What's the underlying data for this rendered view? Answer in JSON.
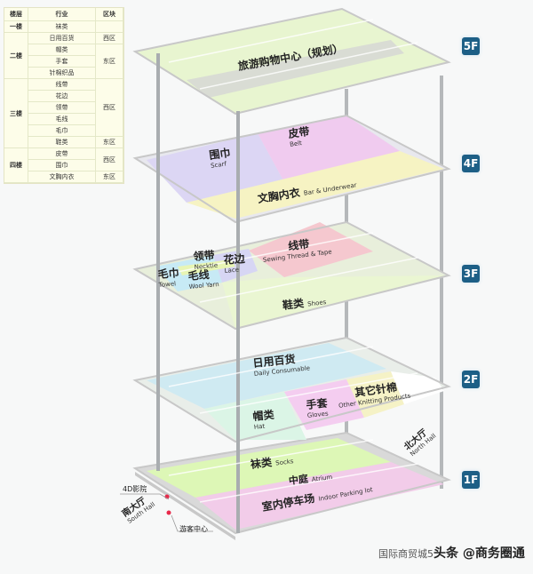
{
  "legend": {
    "headers": [
      "楼层",
      "行业",
      "区块"
    ],
    "rows": [
      {
        "floor": "一楼",
        "industry": "袜类",
        "zone": ""
      },
      {
        "floor": "二楼",
        "industry": "日用百货",
        "zone": "西区"
      },
      {
        "floor": "",
        "industry": "帽类",
        "zone": "东区"
      },
      {
        "floor": "",
        "industry": "手套",
        "zone": ""
      },
      {
        "floor": "",
        "industry": "针棉织品",
        "zone": ""
      },
      {
        "floor": "三楼",
        "industry": "线带",
        "zone": "西区"
      },
      {
        "floor": "",
        "industry": "花边",
        "zone": ""
      },
      {
        "floor": "",
        "industry": "领带",
        "zone": ""
      },
      {
        "floor": "",
        "industry": "毛线",
        "zone": ""
      },
      {
        "floor": "",
        "industry": "毛巾",
        "zone": ""
      },
      {
        "floor": "",
        "industry": "鞋类",
        "zone": "东区"
      },
      {
        "floor": "四楼",
        "industry": "皮带",
        "zone": "西区"
      },
      {
        "floor": "",
        "industry": "围巾",
        "zone": ""
      },
      {
        "floor": "",
        "industry": "文胸内衣",
        "zone": "东区"
      }
    ]
  },
  "floors": {
    "f5": {
      "badge": "5F",
      "zones": [
        {
          "zh": "旅游购物中心（规划）",
          "en": ""
        }
      ]
    },
    "f4": {
      "badge": "4F",
      "zones": [
        {
          "zh": "皮带",
          "en": "Belt"
        },
        {
          "zh": "围巾",
          "en": "Scarf"
        },
        {
          "zh": "文胸内衣",
          "en": "Bar & Underwear"
        }
      ]
    },
    "f3": {
      "badge": "3F",
      "zones": [
        {
          "zh": "领带",
          "en": "Necktie"
        },
        {
          "zh": "花边",
          "en": "Lace"
        },
        {
          "zh": "线带",
          "en": "Sewing Thread & Tape"
        },
        {
          "zh": "毛巾",
          "en": "Towel"
        },
        {
          "zh": "毛线",
          "en": "Wool Yarn"
        },
        {
          "zh": "鞋类",
          "en": "Shoes"
        }
      ]
    },
    "f2": {
      "badge": "2F",
      "zones": [
        {
          "zh": "日用百货",
          "en": "Daily Consumable"
        },
        {
          "zh": "手套",
          "en": "Gloves"
        },
        {
          "zh": "其它针棉",
          "en": "Other Knitting Products"
        },
        {
          "zh": "帽类",
          "en": "Hat"
        }
      ]
    },
    "f1": {
      "badge": "1F",
      "zones": [
        {
          "zh": "袜类",
          "en": "Socks"
        },
        {
          "zh": "中庭",
          "en": "Atrium"
        },
        {
          "zh": "室内停车场",
          "en": "Indoor Parking lot"
        },
        {
          "zh": "北大厅",
          "en": "North Hall"
        },
        {
          "zh": "南大厅",
          "en": "South Hall"
        },
        {
          "zh": "4D影院",
          "en": ""
        },
        {
          "zh": "游客中心",
          "en": ""
        }
      ]
    }
  },
  "watermark": {
    "caption": "国际商贸城5",
    "brand": "头条 @商务圈通"
  },
  "colors": {
    "badge": "#1d5f86",
    "green": "#e6f5c8",
    "pink": "#f1cbe8",
    "blue": "#cfe8f2",
    "yellow": "#f6f4c4",
    "red": "#f4c7cc",
    "purple": "#d6d4f2"
  }
}
